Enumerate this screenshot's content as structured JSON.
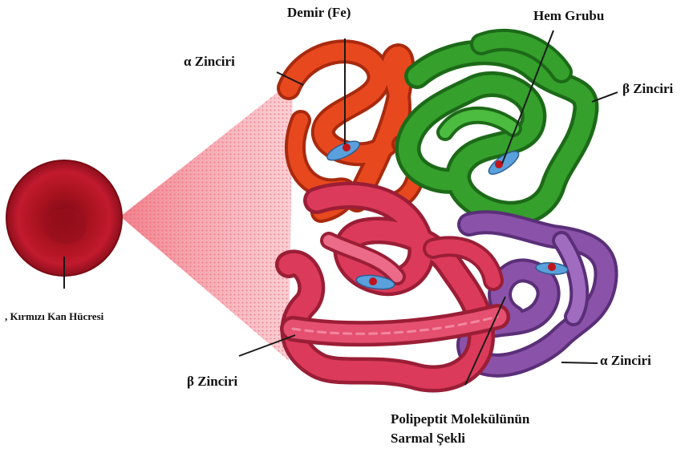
{
  "labels": {
    "iron": "Demir (Fe)",
    "heme_group": "Hem Grubu",
    "alpha_chain_top": "α Zinciri",
    "beta_chain_right": "β Zinciri",
    "red_blood_cell": ", Kırmızı Kan Hücresi",
    "beta_chain_bottom": "β Zinciri",
    "alpha_chain_right": "α Zinciri",
    "polypeptide_line1": "Polipeptit Molekülünün",
    "polypeptide_line2": "Sarmal Şekli"
  },
  "colors": {
    "alpha_chain_top": "#e8481e",
    "beta_chain_top": "#35a02c",
    "beta_chain_bottom": "#dc3a5a",
    "alpha_chain_bottom": "#8a52a8",
    "red_blood_cell": "#c21a2e",
    "heme": "#5aa0dc",
    "iron": "#c0141c"
  }
}
